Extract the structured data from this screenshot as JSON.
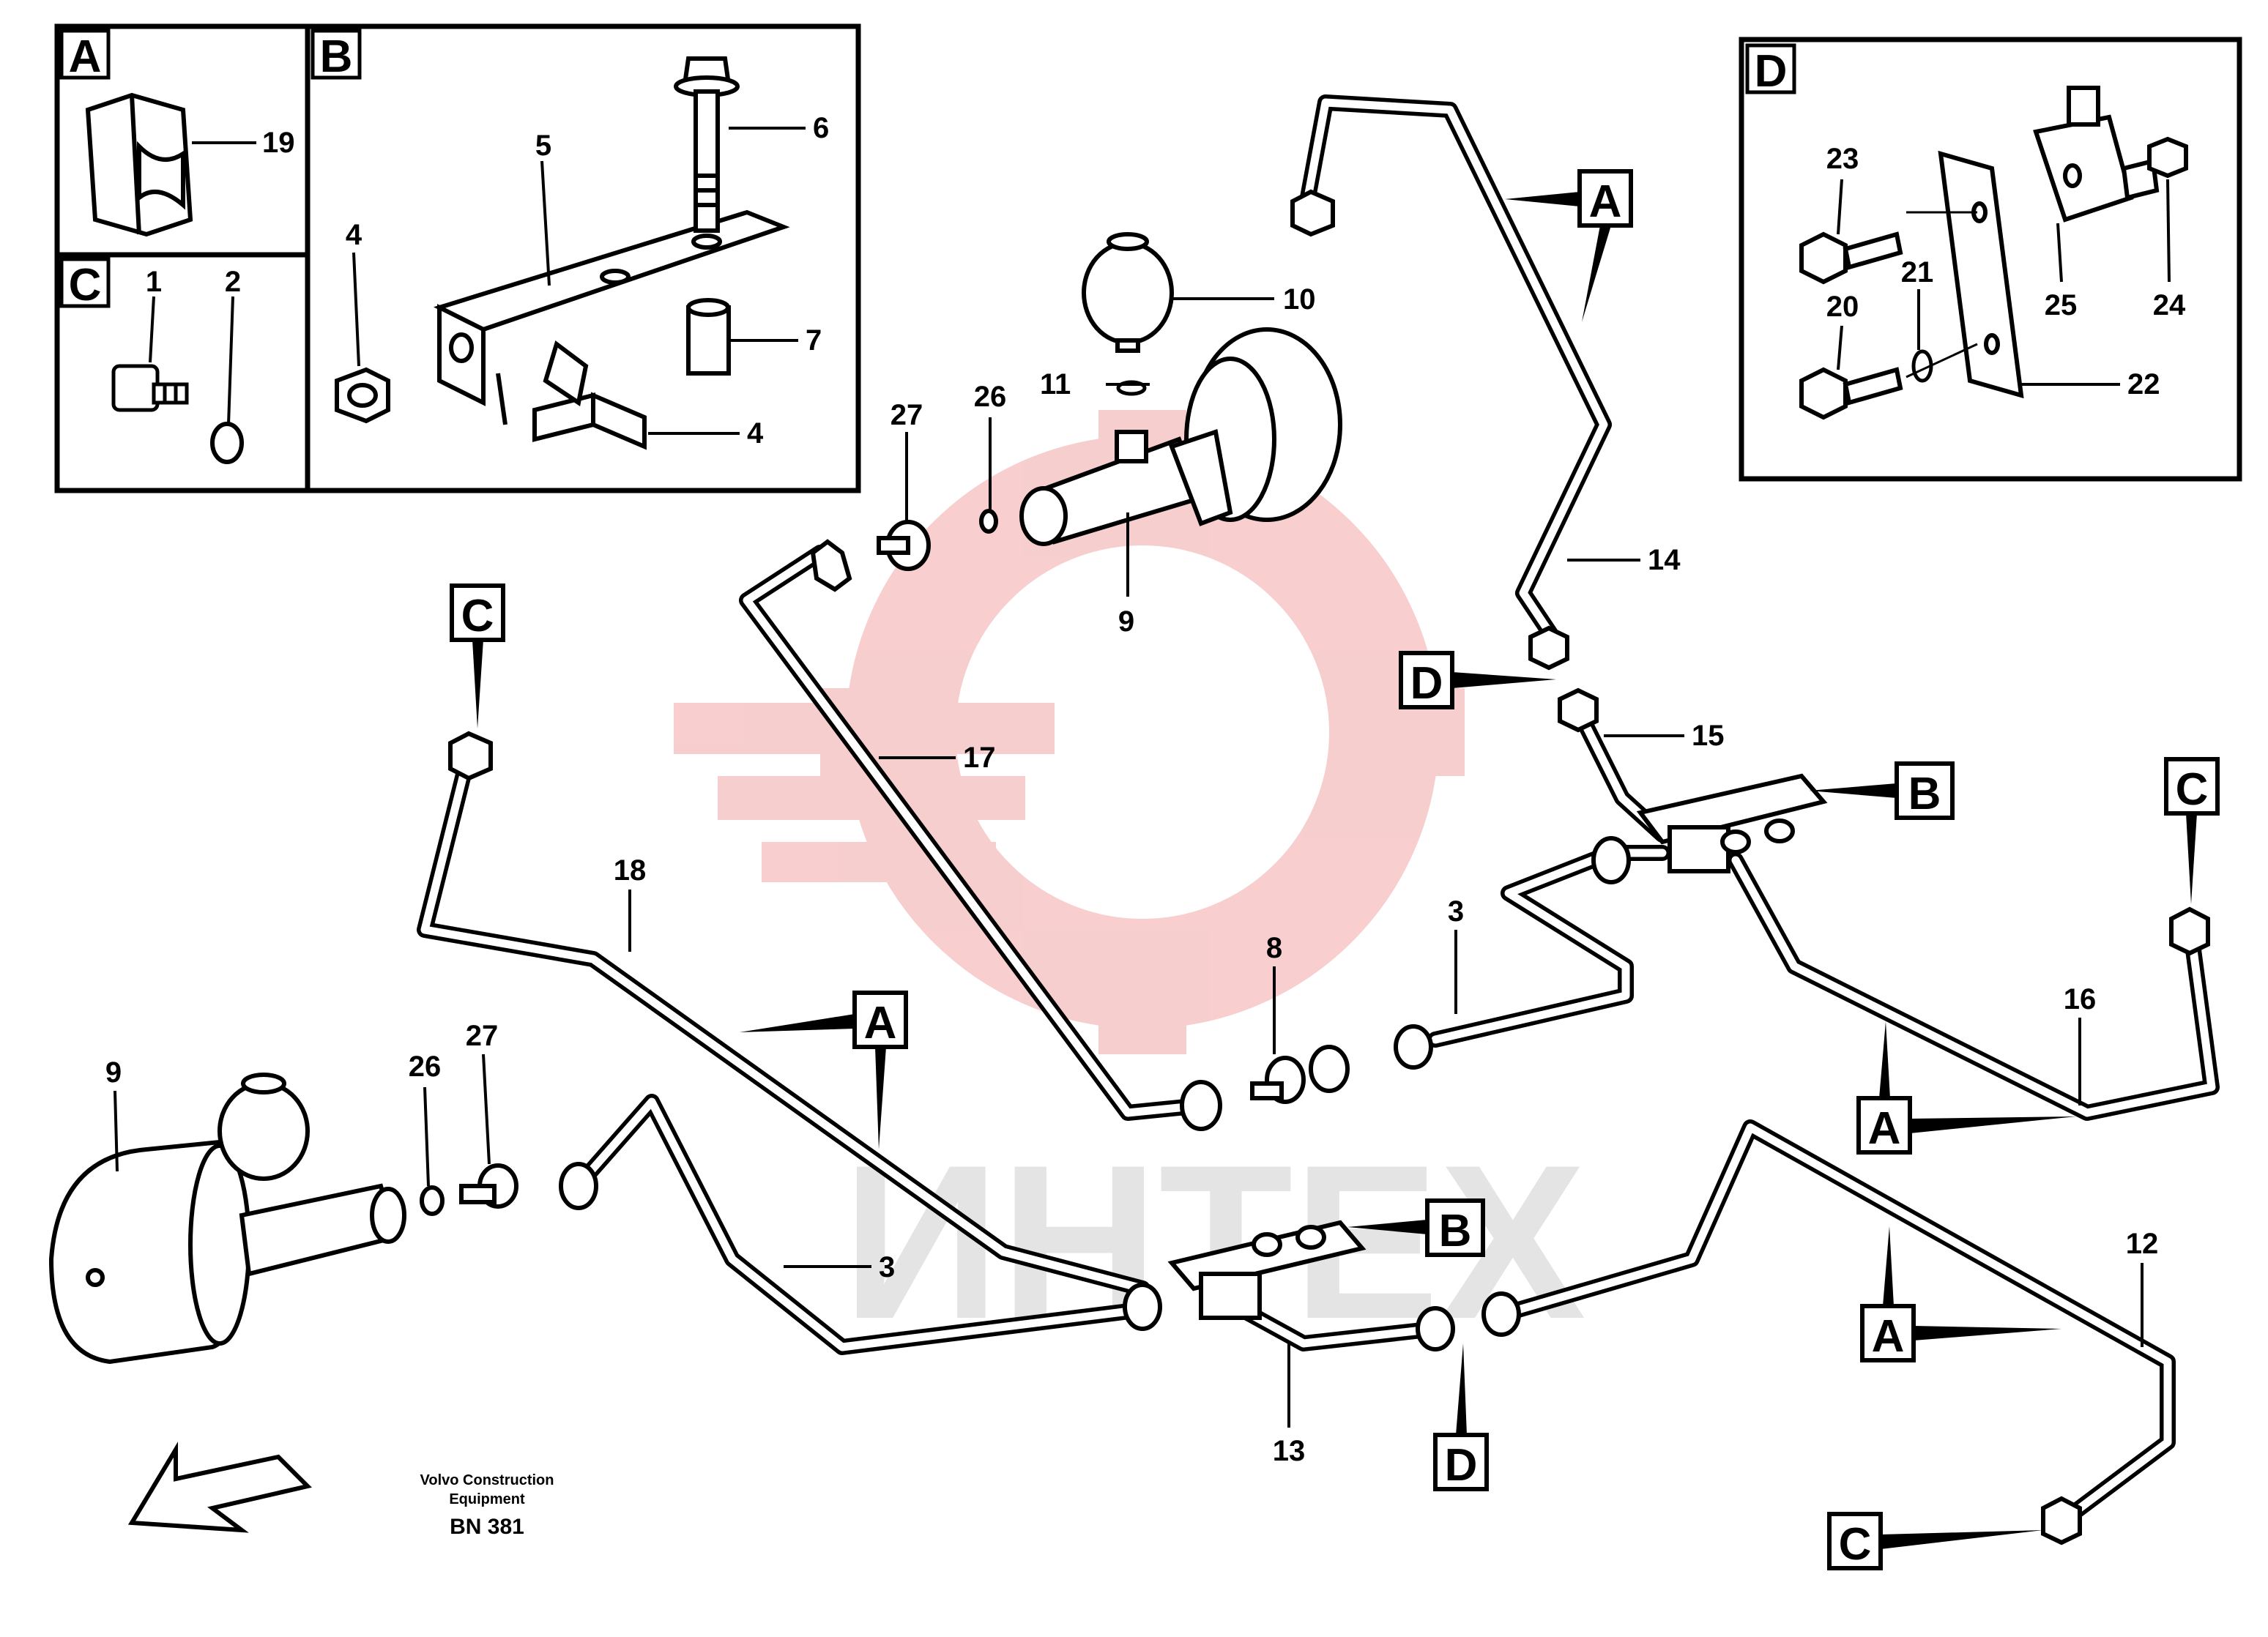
{
  "watermark": {
    "text": "ИНТЕХ",
    "color": "#f7c9c9"
  },
  "footer": {
    "company_line1": "Volvo Construction",
    "company_line2": "Equipment",
    "code": "BN 381"
  },
  "insets": {
    "A": {
      "letter": "A",
      "parts": [
        "19"
      ]
    },
    "B": {
      "letter": "B",
      "parts": [
        "5",
        "6",
        "4",
        "7",
        "4"
      ]
    },
    "C": {
      "letter": "C",
      "parts": [
        "1",
        "2"
      ]
    },
    "D": {
      "letter": "D",
      "parts": [
        "23",
        "20",
        "21",
        "25",
        "24",
        "22"
      ]
    }
  },
  "callouts": {
    "c_top_left": "C",
    "a_top": "A",
    "d_mid": "D",
    "b_right": "B",
    "c_right": "C",
    "a_mid_left": "A",
    "a_right": "A",
    "b_lower": "B",
    "d_lower": "D",
    "a_lower_right": "A",
    "c_lower_right": "C"
  },
  "part_labels": {
    "p10": "10",
    "p11": "11",
    "p26_top": "26",
    "p27_top": "27",
    "p9_top": "9",
    "p14": "14",
    "p15": "15",
    "p17": "17",
    "p18": "18",
    "p3_top": "3",
    "p8": "8",
    "p16": "16",
    "p9_left": "9",
    "p26_left": "26",
    "p27_left": "27",
    "p3_bottom": "3",
    "p13": "13",
    "p12": "12"
  }
}
